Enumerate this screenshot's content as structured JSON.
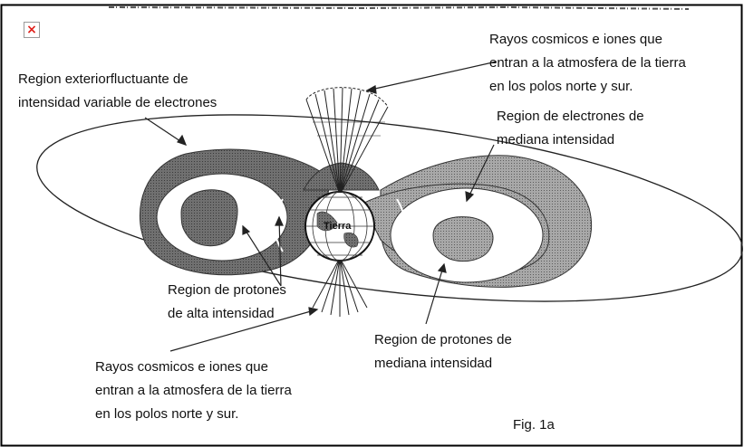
{
  "labels": {
    "top_right": [
      "Rayos cosmicos e iones que",
      "entran a la atmosfera de la tierra",
      "en los polos norte y sur."
    ],
    "outer_region": [
      "Region exteriorfluctuante de",
      "intensidad variable de electrones"
    ],
    "medium_electrons": [
      "Region de electrones de",
      "mediana intensidad"
    ],
    "earth": "Tierra",
    "high_protons": [
      "Region de protones",
      "de alta intensidad"
    ],
    "medium_protons": [
      "Region de protones de",
      "mediana intensidad"
    ],
    "bottom_left": [
      "Rayos cosmicos e iones que",
      "entran a la atmosfera de la tierra",
      "en los polos norte y sur."
    ],
    "figure_caption": "Fig. 1a"
  },
  "icons": {
    "broken_image": "broken-image-icon"
  },
  "colors": {
    "dark_region": "#6e6e6e",
    "medium_region": "#a6a6a6",
    "line": "#222222",
    "frame": "#000000",
    "broken_x": "#e0201b"
  }
}
